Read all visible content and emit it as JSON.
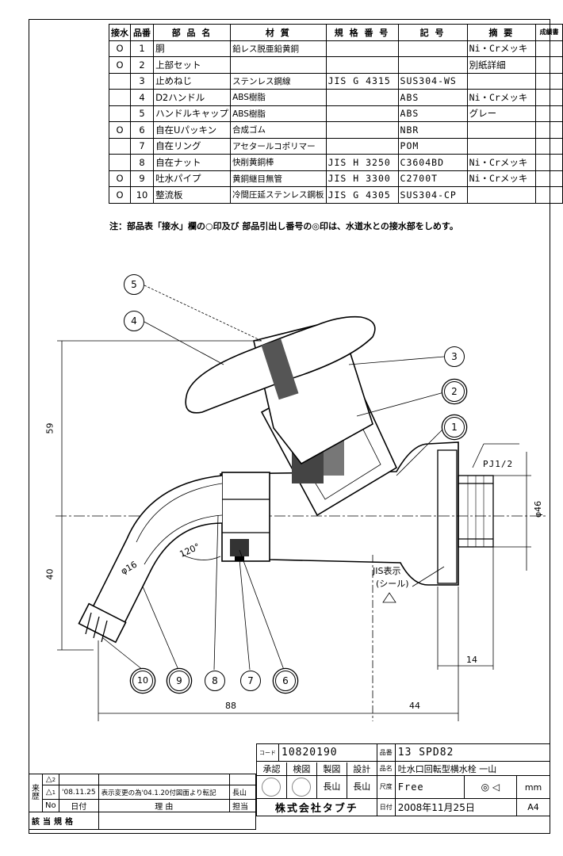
{
  "parts_table": {
    "headers": {
      "connection": "接水",
      "number": "品番",
      "name": "部 品 名",
      "material": "材 質",
      "standard": "規 格 番 号",
      "symbol": "記 号",
      "summary": "摘 要",
      "finish": "成績書"
    },
    "rows": [
      {
        "mark": "O",
        "no": "1",
        "name": "胴",
        "material": "鉛レス脱亜鉛黄銅",
        "standard": "",
        "symbol": "",
        "summary": "Ni・Crメッキ"
      },
      {
        "mark": "O",
        "no": "2",
        "name": "上部セット",
        "material": "",
        "standard": "",
        "symbol": "",
        "summary": "別紙詳細"
      },
      {
        "mark": "",
        "no": "3",
        "name": "止めねじ",
        "material": "ステンレス鋼線",
        "standard": "JIS G 4315",
        "symbol": "SUS304-WS",
        "summary": ""
      },
      {
        "mark": "",
        "no": "4",
        "name": "D2ハンドル",
        "material": "ABS樹脂",
        "standard": "",
        "symbol": "ABS",
        "summary": "Ni・Crメッキ"
      },
      {
        "mark": "",
        "no": "5",
        "name": "ハンドルキャップ",
        "material": "ABS樹脂",
        "standard": "",
        "symbol": "ABS",
        "summary": "グレー"
      },
      {
        "mark": "O",
        "no": "6",
        "name": "自在Uパッキン",
        "material": "合成ゴム",
        "standard": "",
        "symbol": "NBR",
        "summary": ""
      },
      {
        "mark": "",
        "no": "7",
        "name": "自在リング",
        "material": "アセタールコポリマー",
        "standard": "",
        "symbol": "POM",
        "summary": ""
      },
      {
        "mark": "",
        "no": "8",
        "name": "自在ナット",
        "material": "快削黄銅棒",
        "standard": "JIS H 3250",
        "symbol": "C3604BD",
        "summary": "Ni・Crメッキ"
      },
      {
        "mark": "O",
        "no": "9",
        "name": "吐水パイプ",
        "material": "黄銅継目無管",
        "standard": "JIS H 3300",
        "symbol": "C2700T",
        "summary": "Ni・Crメッキ"
      },
      {
        "mark": "O",
        "no": "10",
        "name": "整流板",
        "material": "冷間圧延ステンレス鋼板",
        "standard": "JIS G 4305",
        "symbol": "SUS304-CP",
        "summary": ""
      }
    ],
    "note": "注：部品表「接水」欄の○印及び 部品引出し番号の◎印は、水道水との接水部をしめす。"
  },
  "drawing": {
    "balloons_top": [
      "5",
      "4",
      "3",
      "2",
      "1"
    ],
    "balloons_bottom": [
      "10",
      "9",
      "8",
      "7",
      "6"
    ],
    "dims": {
      "height_upper": "59",
      "height_lower": "40",
      "width_left": "88",
      "width_right": "44",
      "thread": "PJ1/2",
      "diameter": "φ46",
      "pipe_diameter": "φ16",
      "angle": "120°",
      "flange": "14",
      "jis_mark": "JIS表示",
      "seal": "(シール)"
    }
  },
  "title_block": {
    "code_label": "コード",
    "code": "10820190",
    "part_no_label": "品番",
    "part_no": "13 SPD82",
    "name_label": "品名",
    "product_name": "吐水口回転型横水栓 一山",
    "approve": "承認",
    "inspect": "検図",
    "draw": "製図",
    "design": "設計",
    "draw_name": "長山",
    "design_name": "長山",
    "scale_label": "尺度",
    "scale": "Free",
    "unit": "mm",
    "company": "株式会社タブチ",
    "date_label": "日付",
    "date": "2008年11月25日",
    "paper": "A4"
  },
  "revision": {
    "side_label": "来歴",
    "marks": [
      "2",
      "1"
    ],
    "entry_date": "'08.11.25",
    "entry_reason": "表示変更の為'04.1.20付図面より転記",
    "entry_person": "長山",
    "head_no": "No",
    "head_date": "日付",
    "head_reason": "理 由",
    "head_person": "担当",
    "spec_label": "該当規格"
  }
}
